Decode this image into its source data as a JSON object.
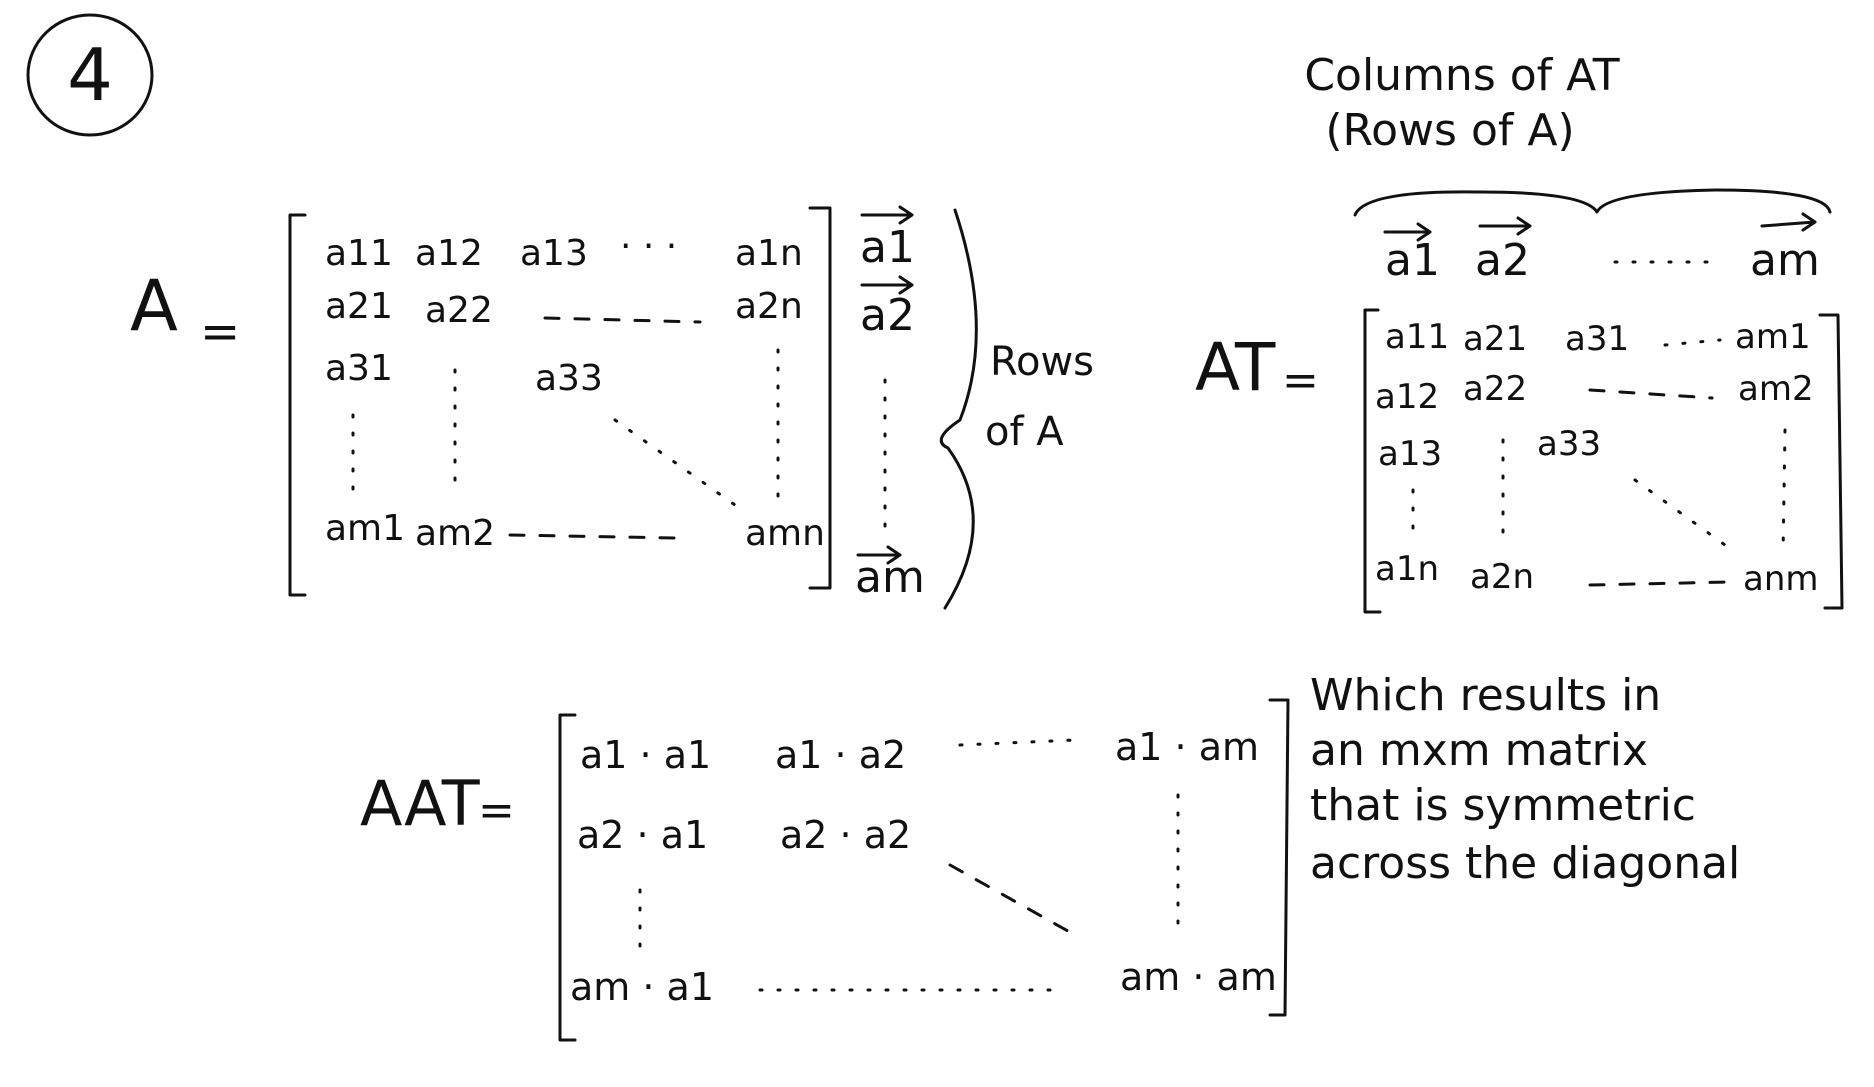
{
  "problem_number": "4",
  "matrix_a": {
    "name": "A",
    "equals": "=",
    "rows": [
      [
        "a11",
        "a12",
        "a13",
        "· · ·",
        "a1n"
      ],
      [
        "a21",
        "a22",
        "a2n"
      ],
      [
        "a31",
        "a33"
      ],
      [
        "am1",
        "am2",
        "amn"
      ]
    ],
    "row_vectors": [
      "a1",
      "a2",
      "am"
    ],
    "brace_label": [
      "Rows",
      "of A"
    ]
  },
  "matrix_at": {
    "name": "AT",
    "superscript": "T",
    "equals": "=",
    "header_label": [
      "Columns of AT",
      "(Rows of A)"
    ],
    "column_vectors": [
      "a1",
      "a2",
      "am"
    ],
    "rows": [
      [
        "a11",
        "a21",
        "a31",
        "am1"
      ],
      [
        "a12",
        "a22",
        "am2"
      ],
      [
        "a13",
        "a33"
      ],
      [
        "a1n",
        "a2n",
        "anm"
      ]
    ]
  },
  "product": {
    "name": "AAT",
    "equals": "=",
    "entries": [
      [
        "a1 · a1",
        "a1 · a2",
        "a1 · am"
      ],
      [
        "a2 · a1",
        "a2 · a2"
      ],
      [
        "am · a1",
        "am · am"
      ]
    ],
    "note": [
      "Which results in",
      "an mxm matrix",
      "that is symmetric",
      "across the diagonal"
    ]
  }
}
